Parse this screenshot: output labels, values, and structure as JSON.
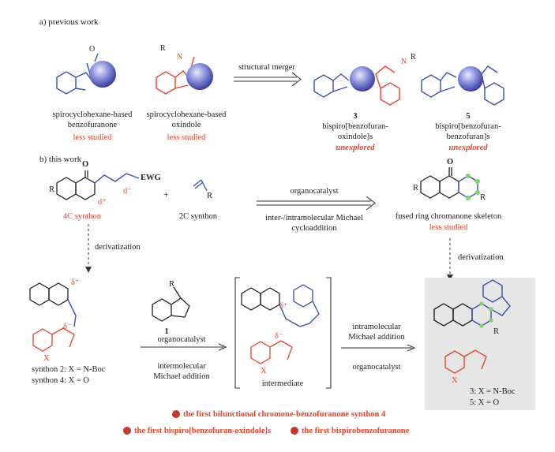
{
  "section_a": {
    "heading": "a) previous work",
    "mol1_line1": "spirocyclohexane-based",
    "mol1_line2": "benzofuranone",
    "mol1_note": "less studied",
    "mol2_line1": "spirocyclohexane-based",
    "mol2_line2": "oxindole",
    "mol2_note": "less studied",
    "arrow_label": "structural merger",
    "prod3_num": "3",
    "prod3_line1": "bispiro[benzofuran-",
    "prod3_line2": "oxindole]s",
    "prod3_note": "unexplored",
    "prod5_num": "5",
    "prod5_line1": "bispiro[benzofuran-",
    "prod5_line2": "benzofuran]s",
    "prod5_note": "unexplored",
    "atom_O": "O",
    "atom_N": "N",
    "atom_R": "R"
  },
  "section_b": {
    "heading": "b) this work",
    "synthon4c": "4C synthon",
    "synthon2c": "2C synthon",
    "plus": "+",
    "ewg": "EWG",
    "d_minus": "d⁻",
    "d_plus": "d⁺",
    "arrow_top": "organocatalyst",
    "arrow_bottom_1": "inter-/intramolecular Michael",
    "arrow_bottom_2": "cycloaddition",
    "fused_label": "fused ring chromanone skeleton",
    "fused_note": "less studied",
    "deriv_left": "derivatization",
    "deriv_right": "derivatization",
    "synthon2_label": "synthon 2: X = N-Boc",
    "synthon4_label": "synthon 4: X = O",
    "step1_num": "1",
    "step1_top": "organocatalyst",
    "step1_bottom_1": "intermolecular",
    "step1_bottom_2": "Michael addition",
    "intermediate": "intermediate",
    "step2_top_1": "intramolecular",
    "step2_top_2": "Michael addition",
    "step2_bottom": "organocatalyst",
    "product_3": "3: X = N-Boc",
    "product_5": "5: X = O",
    "delta_plus": "δ⁺",
    "delta_minus": "δ⁻",
    "atom_X": "X"
  },
  "highlights": {
    "h1": "the first bifunctional chromone-benzofuranone synthon 4",
    "h2": "the first bispiro[benzofuran-oxindole]s",
    "h3": "the first bispirobenzofuranone"
  },
  "colors": {
    "red": "#e8442a",
    "blue": "#3a4fb0",
    "panel": "#e6e6e6",
    "ball": "#6f76c8"
  }
}
